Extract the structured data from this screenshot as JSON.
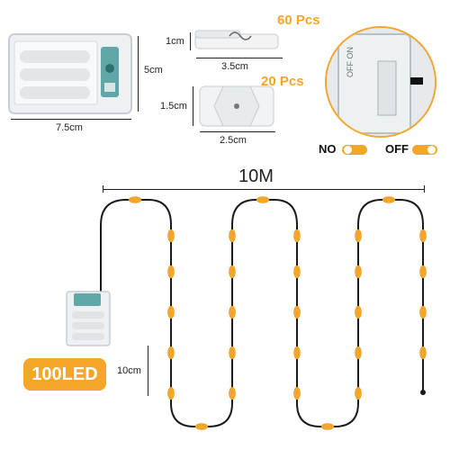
{
  "labels": {
    "battery_width": "7.5cm",
    "battery_height": "5cm",
    "clip_height": "1cm",
    "clip_width": "3.5cm",
    "clip_qty": "60 Pcs",
    "hook_height": "1.5cm",
    "hook_width": "2.5cm",
    "hook_qty": "20 Pcs",
    "switch_on": "NO",
    "switch_off": "OFF",
    "length": "10M",
    "spacing": "10cm",
    "led_count": "100LED",
    "switch_text": "OFF ON"
  },
  "colors": {
    "accent": "#f4a62a",
    "wire": "#1a1a1a"
  }
}
